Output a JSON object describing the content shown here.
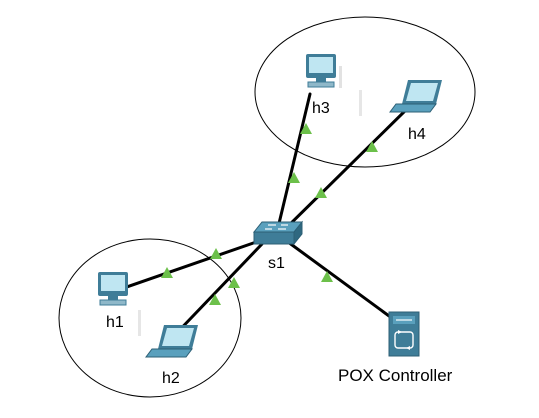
{
  "diagram": {
    "nodes": [
      {
        "id": "s1",
        "label": "s1",
        "type": "switch"
      },
      {
        "id": "h1",
        "label": "h1",
        "type": "desktop-pc"
      },
      {
        "id": "h2",
        "label": "h2",
        "type": "laptop"
      },
      {
        "id": "h3",
        "label": "h3",
        "type": "desktop-pc"
      },
      {
        "id": "h4",
        "label": "h4",
        "type": "laptop"
      },
      {
        "id": "controller",
        "label": "POX Controller",
        "type": "server"
      }
    ],
    "links": [
      {
        "from": "s1",
        "to": "h1",
        "status": "up"
      },
      {
        "from": "s1",
        "to": "h2",
        "status": "up"
      },
      {
        "from": "s1",
        "to": "h3",
        "status": "up"
      },
      {
        "from": "s1",
        "to": "h4",
        "status": "up"
      },
      {
        "from": "s1",
        "to": "controller",
        "status": "up"
      }
    ],
    "groups": [
      {
        "members": [
          "h3",
          "h4"
        ]
      },
      {
        "members": [
          "h1",
          "h2"
        ]
      }
    ],
    "colors": {
      "link": "#000000",
      "link_up_indicator": "#6cc04a",
      "device_body": "#3f7d98",
      "device_screen": "#bfe6f2",
      "group_outline": "#000000"
    }
  }
}
